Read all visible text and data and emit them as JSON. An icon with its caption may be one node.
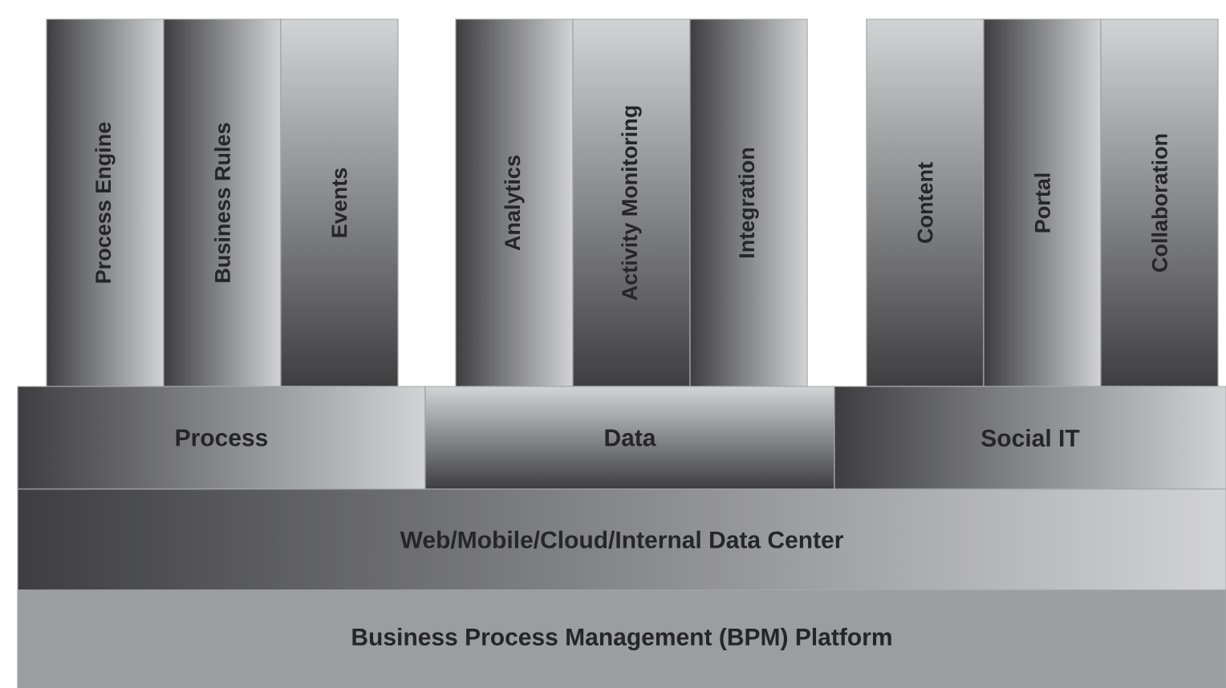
{
  "diagram": {
    "nodes": [
      {
        "text": [
          "Process Engine"
        ]
      },
      {
        "text": [
          "Business Rules"
        ]
      },
      {
        "text": [
          "Events"
        ]
      },
      {
        "text": [
          "Analytics"
        ]
      },
      {
        "text": [
          "Activity Monitoring"
        ]
      },
      {
        "text": [
          "Integration"
        ]
      },
      {
        "text": [
          "Content"
        ]
      },
      {
        "text": [
          "Portal"
        ]
      },
      {
        "text": [
          "Collaboration"
        ]
      },
      {
        "text": [
          "Process"
        ]
      },
      {
        "text": [
          "Data"
        ]
      },
      {
        "text": [
          "Social IT"
        ]
      },
      {
        "text": [
          "Web/Mobile/Cloud/Internal Data Center"
        ]
      },
      {
        "text": [
          "Business Process Management (BPM) Platform"
        ]
      }
    ]
  }
}
